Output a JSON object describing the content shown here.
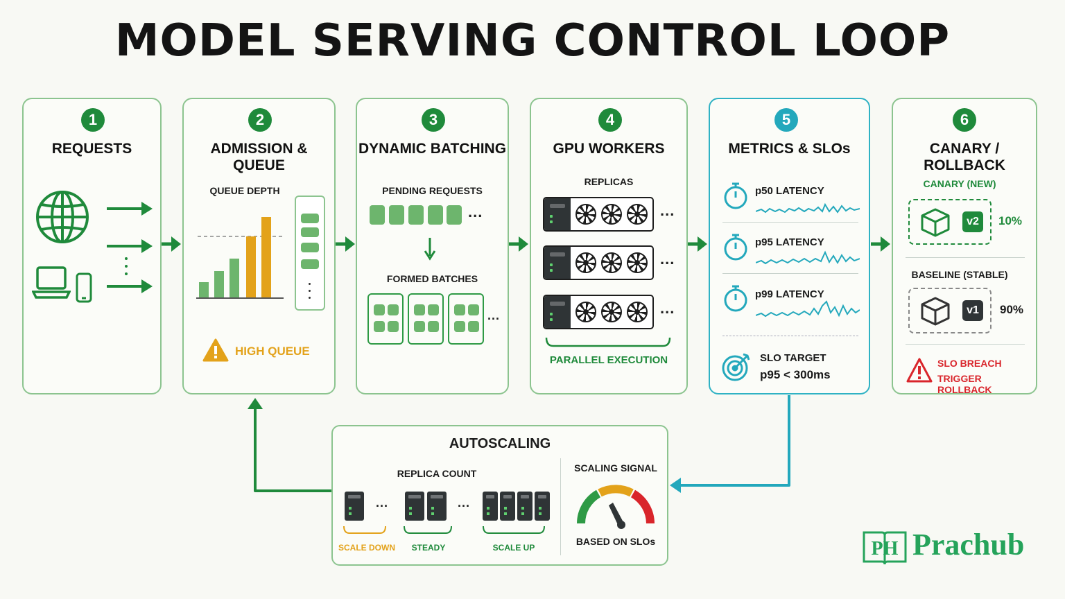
{
  "title": "MODEL SERVING CONTROL LOOP",
  "steps": [
    {
      "num": "1",
      "title": "REQUESTS"
    },
    {
      "num": "2",
      "title": "ADMISSION & QUEUE",
      "queue_depth": "QUEUE DEPTH",
      "alert": "HIGH QUEUE"
    },
    {
      "num": "3",
      "title": "DYNAMIC BATCHING",
      "pending": "PENDING REQUESTS",
      "formed": "FORMED BATCHES"
    },
    {
      "num": "4",
      "title": "GPU WORKERS",
      "replicas": "REPLICAS",
      "parallel": "PARALLEL EXECUTION"
    },
    {
      "num": "5",
      "title": "METRICS & SLOs",
      "metrics": [
        "p50 LATENCY",
        "p95 LATENCY",
        "p99 LATENCY"
      ],
      "slo_label": "SLO TARGET",
      "slo_value": "p95 < 300ms"
    },
    {
      "num": "6",
      "title": "CANARY / ROLLBACK",
      "canary_label": "CANARY (NEW)",
      "canary_version": "v2",
      "canary_pct": "10%",
      "baseline_label": "BASELINE (STABLE)",
      "baseline_version": "v1",
      "baseline_pct": "90%",
      "breach_line1": "SLO BREACH",
      "breach_line2": "TRIGGER ROLLBACK"
    }
  ],
  "autoscaling": {
    "title": "AUTOSCALING",
    "replica_count": "REPLICA COUNT",
    "scale_down": "SCALE DOWN",
    "steady": "STEADY",
    "scale_up": "SCALE UP",
    "signal_title": "SCALING SIGNAL",
    "signal_sub": "BASED ON SLOs"
  },
  "brand": {
    "name": "Prachub",
    "logo": "PH"
  },
  "colors": {
    "green": "#1f8a3b",
    "teal": "#23a8bc",
    "orange": "#e3a21a",
    "red": "#d9252b"
  },
  "ellipsis": "..."
}
